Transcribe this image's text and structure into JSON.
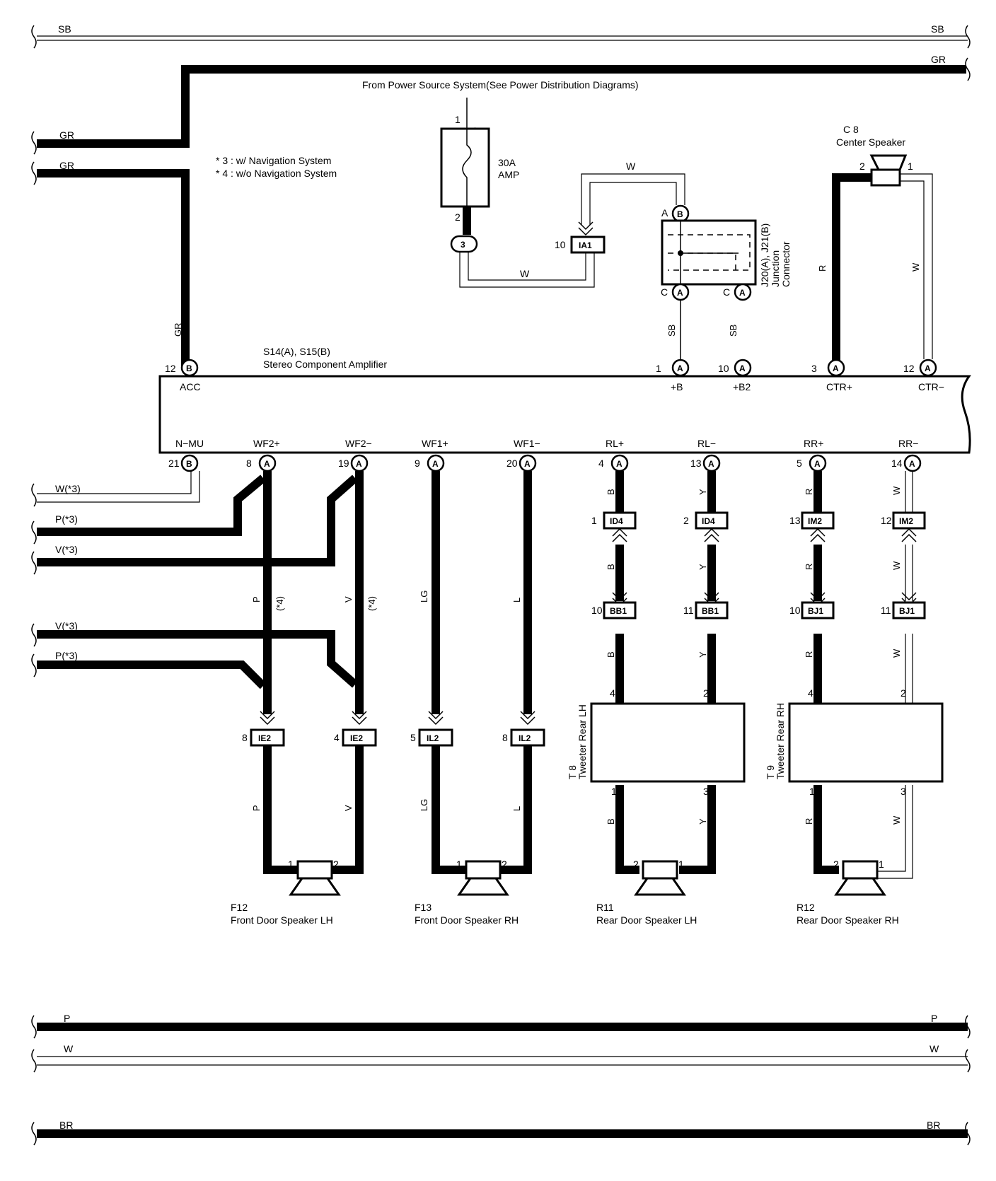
{
  "bus_top": {
    "sb": "SB",
    "gr": "GR"
  },
  "bus_bottom": {
    "p": "P",
    "w": "W",
    "br": "BR"
  },
  "left_wires": {
    "gr1": "GR",
    "gr2": "GR",
    "w3": "W(*3)",
    "p3a": "P(*3)",
    "v3a": "V(*3)",
    "v3b": "V(*3)",
    "p3b": "P(*3)"
  },
  "power_source": "From Power Source System(See Power Distribution Diagrams)",
  "fuse": {
    "pin_in": "1",
    "pin_out": "2",
    "rating": "30A",
    "name": "AMP",
    "connector": "3"
  },
  "notes": [
    "* 3 : w/ Navigation System",
    "* 4 : w/o Navigation System"
  ],
  "junction": {
    "name": "J20(A), J21(B)",
    "line2": "Junction",
    "line3": "Connector",
    "pin_a": "A",
    "pin_b": "B",
    "pin_c1": "C",
    "pin_c2": "C",
    "conn_a": "A"
  },
  "ia1": {
    "label": "IA1",
    "pin": "10"
  },
  "wire_labels": {
    "w_top": "W",
    "w_bottom": "W",
    "gr_amp": "GR",
    "sb1": "SB",
    "sb2": "SB",
    "r_ctr": "R",
    "w_ctr": "W"
  },
  "center_speaker": {
    "id": "C 8",
    "name": "Center Speaker",
    "pin2": "2",
    "pin1": "1"
  },
  "amp": {
    "name": "S14(A), S15(B)",
    "desc": "Stereo Component Amplifier",
    "top_pins": [
      {
        "label": "ACC",
        "num": "12",
        "conn": "B"
      },
      {
        "label": "+B",
        "num": "1",
        "conn": "A"
      },
      {
        "label": "+B2",
        "num": "10",
        "conn": "A"
      },
      {
        "label": "CTR+",
        "num": "3",
        "conn": "A"
      },
      {
        "label": "CTR−",
        "num": "12",
        "conn": "A"
      }
    ],
    "bottom_pins": [
      {
        "label": "N−MU",
        "num": "21",
        "conn": "B"
      },
      {
        "label": "WF2+",
        "num": "8",
        "conn": "A"
      },
      {
        "label": "WF2−",
        "num": "19",
        "conn": "A"
      },
      {
        "label": "WF1+",
        "num": "9",
        "conn": "A"
      },
      {
        "label": "WF1−",
        "num": "20",
        "conn": "A"
      },
      {
        "label": "RL+",
        "num": "4",
        "conn": "A"
      },
      {
        "label": "RL−",
        "num": "13",
        "conn": "A"
      },
      {
        "label": "RR+",
        "num": "5",
        "conn": "A"
      },
      {
        "label": "RR−",
        "num": "14",
        "conn": "A"
      }
    ]
  },
  "front_wires": {
    "p4": "P",
    "p4n": "(*4)",
    "v4": "V",
    "v4n": "(*4)",
    "lg": "LG",
    "l": "L",
    "p_low": "P",
    "v_low": "V",
    "lg_low": "LG",
    "l_low": "L"
  },
  "front_connectors": [
    {
      "label": "IE2",
      "pin": "8"
    },
    {
      "label": "IE2",
      "pin": "4"
    },
    {
      "label": "IL2",
      "pin": "5"
    },
    {
      "label": "IL2",
      "pin": "8"
    }
  ],
  "rear_wires": {
    "b1": "B",
    "y1": "Y",
    "r1": "R",
    "w1": "W",
    "b2": "B",
    "y2": "Y",
    "r2": "R",
    "w2": "W",
    "b3": "B",
    "y3": "Y",
    "r3": "R",
    "w3": "W",
    "b4": "B",
    "y4": "Y",
    "r4": "R",
    "w4": "W"
  },
  "rear_connectors_top": [
    {
      "label": "ID4",
      "pin": "1"
    },
    {
      "label": "ID4",
      "pin": "2"
    },
    {
      "label": "IM2",
      "pin": "13"
    },
    {
      "label": "IM2",
      "pin": "12"
    }
  ],
  "rear_connectors_mid": [
    {
      "label": "BB1",
      "pin": "10"
    },
    {
      "label": "BB1",
      "pin": "11"
    },
    {
      "label": "BJ1",
      "pin": "10"
    },
    {
      "label": "BJ1",
      "pin": "11"
    }
  ],
  "tweeters": [
    {
      "id": "T 8",
      "name": "Tweeter Rear LH",
      "pin_tl": "4",
      "pin_tr": "2",
      "pin_bl": "1",
      "pin_br": "3"
    },
    {
      "id": "T 9",
      "name": "Tweeter Rear RH",
      "pin_tl": "4",
      "pin_tr": "2",
      "pin_bl": "1",
      "pin_br": "3"
    }
  ],
  "speakers": [
    {
      "id": "F12",
      "name": "Front Door Speaker LH",
      "pin_l": "1",
      "pin_r": "2"
    },
    {
      "id": "F13",
      "name": "Front Door Speaker RH",
      "pin_l": "1",
      "pin_r": "2"
    },
    {
      "id": "R11",
      "name": "Rear Door Speaker LH",
      "pin_l": "2",
      "pin_r": "1"
    },
    {
      "id": "R12",
      "name": "Rear Door Speaker RH",
      "pin_l": "2",
      "pin_r": "1"
    }
  ]
}
